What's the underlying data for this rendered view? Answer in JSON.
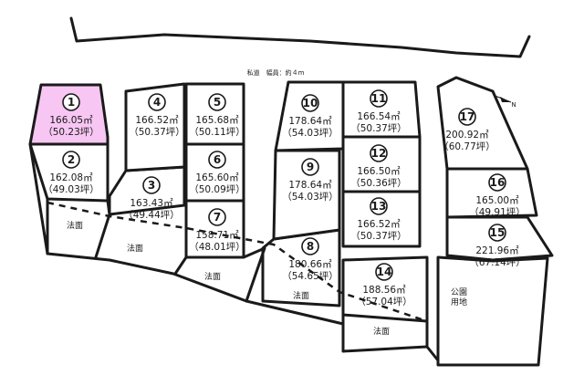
{
  "road_label": "私道　幅員：約４m",
  "lots": [
    {
      "no": "①",
      "sqm": "166.05㎡",
      "tsubo": "（50.23坪）",
      "highlight": "#f7c6f3"
    },
    {
      "no": "②",
      "sqm": "162.08㎡",
      "tsubo": "（49.03坪）"
    },
    {
      "no": "③",
      "sqm": "163.43㎡",
      "tsubo": "（49.44坪）"
    },
    {
      "no": "④",
      "sqm": "166.52㎡",
      "tsubo": "（50.37坪）"
    },
    {
      "no": "⑤",
      "sqm": "165.68㎡",
      "tsubo": "（50.11坪）"
    },
    {
      "no": "⑥",
      "sqm": "165.60㎡",
      "tsubo": "（50.09坪）"
    },
    {
      "no": "⑦",
      "sqm": "158.71㎡",
      "tsubo": "（48.01坪）"
    },
    {
      "no": "⑧",
      "sqm": "180.66㎡",
      "tsubo": "（54.65坪）"
    },
    {
      "no": "⑨",
      "sqm": "178.64㎡",
      "tsubo": "（54.03坪）"
    },
    {
      "no": "⑩",
      "sqm": "178.64㎡",
      "tsubo": "（54.03坪）"
    },
    {
      "no": "⑪",
      "sqm": "166.54㎡",
      "tsubo": "（50.37坪）"
    },
    {
      "no": "⑫",
      "sqm": "166.50㎡",
      "tsubo": "（50.36坪）"
    },
    {
      "no": "⑬",
      "sqm": "166.52㎡",
      "tsubo": "（50.37坪）"
    },
    {
      "no": "⑭",
      "sqm": "188.56㎡",
      "tsubo": "（57.04坪）"
    },
    {
      "no": "⑮",
      "sqm": "221.96㎡",
      "tsubo": "（67.14坪）"
    },
    {
      "no": "⑯",
      "sqm": "165.00㎡",
      "tsubo": "（49.91坪）"
    },
    {
      "no": "⑰",
      "sqm": "200.92㎡",
      "tsubo": "（60.77坪）"
    }
  ],
  "slope_label": "法面",
  "park": {
    "line1": "公園",
    "line2": "用地"
  },
  "north_icon": "north-arrow-icon",
  "colors": {
    "highlight": "#f7c6f3",
    "line": "#1a1a1a"
  }
}
